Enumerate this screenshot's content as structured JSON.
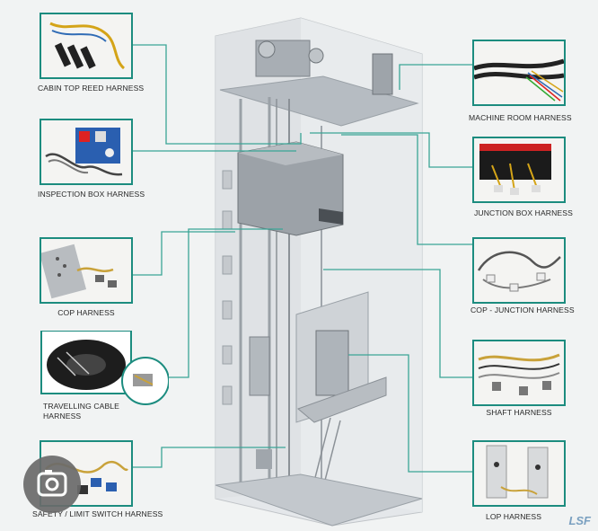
{
  "harness_labels": {
    "cabin_top_reed": "CABIN TOP REED HARNESS",
    "inspection_box": "INSPECTION BOX HARNESS",
    "cop": "COP HARNESS",
    "travelling_cable": "TRAVELLING CABLE HARNESS",
    "safety_limit": "SAFETY / LIMIT SWITCH HARNESS",
    "machine_room": "MACHINE ROOM HARNESS",
    "junction_box": "JUNCTION BOX HARNESS",
    "cop_junction": "COP - JUNCTION HARNESS",
    "shaft": "SHAFT HARNESS",
    "lop": "LOP HARNESS"
  },
  "colors": {
    "frame": "#1c8c7f",
    "leader": "#3aa596",
    "shaft": "#c9cdd1",
    "steel": "#9aa1a7"
  },
  "watermark": "LSF"
}
